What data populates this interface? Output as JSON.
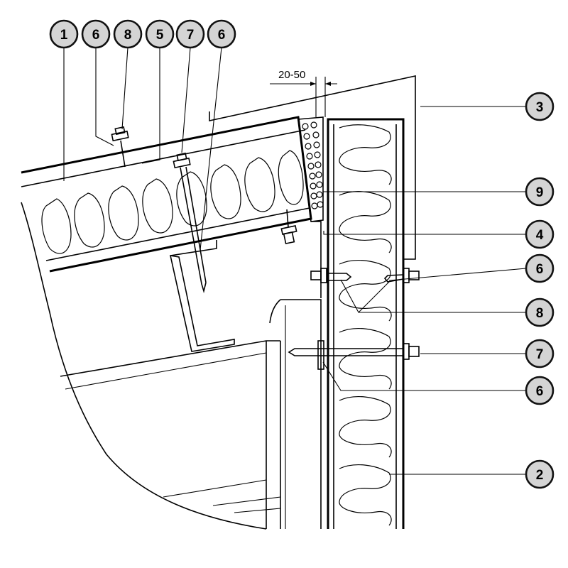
{
  "diagram": {
    "dimension_label": "20-50",
    "callouts_top": [
      "1",
      "6",
      "8",
      "5",
      "7",
      "6"
    ],
    "callouts_right": [
      "3",
      "9",
      "4",
      "6",
      "8",
      "7",
      "6",
      "2"
    ]
  },
  "colors": {
    "line": "#000000",
    "callout_fill": "#d4d4d4",
    "background": "#ffffff"
  }
}
